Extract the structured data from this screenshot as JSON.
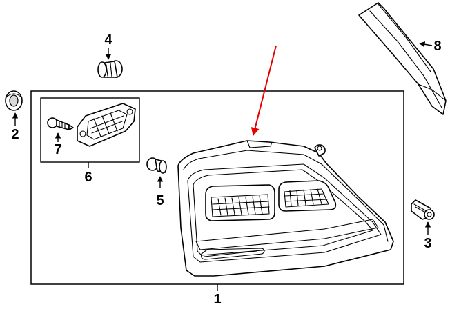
{
  "callouts": {
    "c1": "1",
    "c2": "2",
    "c3": "3",
    "c4": "4",
    "c5": "5",
    "c6": "6",
    "c7": "7",
    "c8": "8"
  },
  "colors": {
    "line": "#000000",
    "background": "#ffffff",
    "highlight_arrow": "#e60000",
    "shading": "#d9d9d9"
  }
}
